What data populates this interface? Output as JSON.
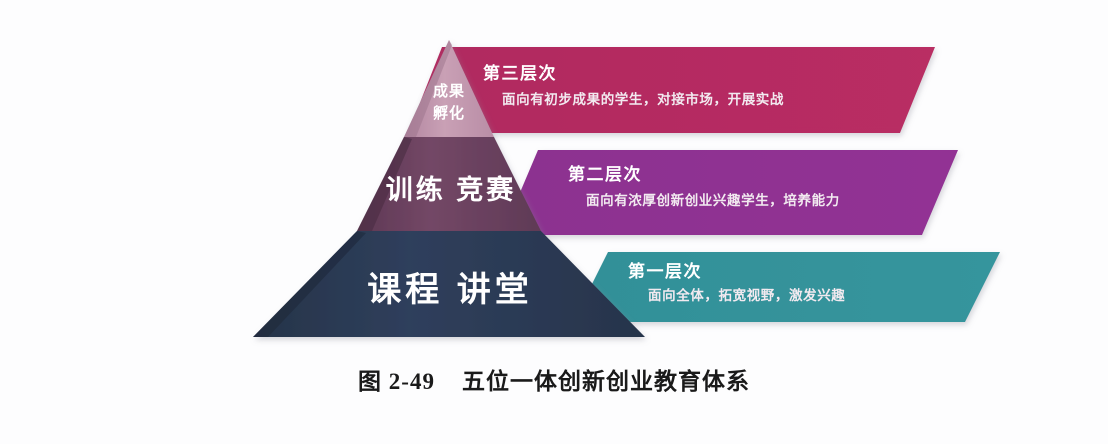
{
  "figure": {
    "caption_label": "图 2-49",
    "caption_title": "五位一体创新创业教育体系",
    "background_color": "#fdfdfe"
  },
  "pyramid": {
    "tiers": [
      {
        "id": "apex",
        "label_line1": "成果",
        "label_line2": "孵化",
        "color": "#c197ac",
        "shadow_color": "#a97f96"
      },
      {
        "id": "middle",
        "label": "训练 竞赛",
        "color": "#6d4260",
        "shadow_color": "#5a3550"
      },
      {
        "id": "base",
        "label": "课程 讲堂",
        "color": "#2b3a55",
        "shadow_color": "#222e45"
      }
    ]
  },
  "banners": [
    {
      "id": "level-three",
      "title": "第三层次",
      "description": "面向有初步成果的学生，对接市场，开展实战",
      "color": "#b52b62",
      "order": 3
    },
    {
      "id": "level-two",
      "title": "第二层次",
      "description": "面向有浓厚创新创业兴趣学生，培养能力",
      "color": "#8e3190",
      "order": 2
    },
    {
      "id": "level-one",
      "title": "第一层次",
      "description": "面向全体，拓宽视野，激发兴趣",
      "color": "#339199",
      "order": 1
    }
  ]
}
